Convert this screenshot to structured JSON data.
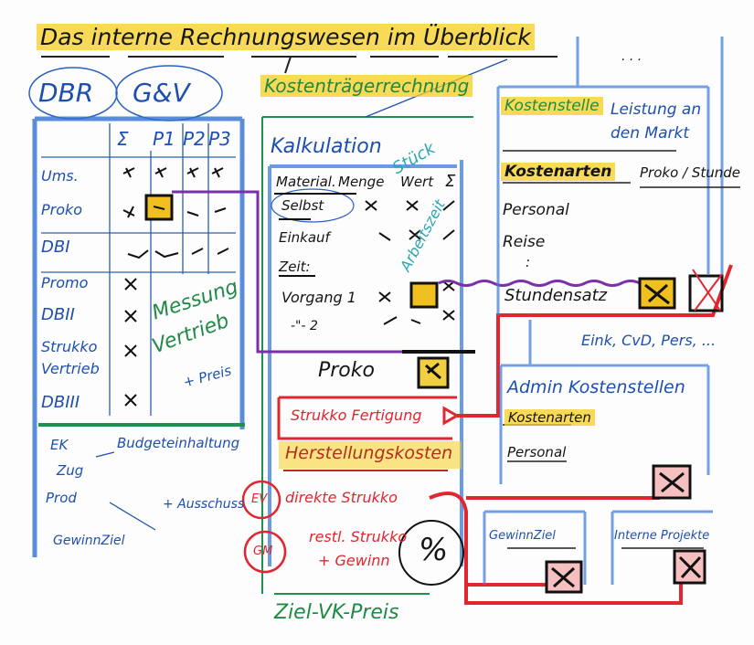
{
  "title": "Das interne Rechnungswesen im Überblick",
  "left": {
    "dbr": "DBR",
    "guv": "G&V",
    "columns": [
      "Σ",
      "P1",
      "P2",
      "P3"
    ],
    "rows": [
      "Ums.",
      "Proko",
      "DBI",
      "Promo",
      "DBII",
      "Strukko",
      "Vertrieb",
      "DBIII"
    ],
    "messung": "Messung",
    "vertrieb_note": "Vertrieb",
    "preis": "+ Preis",
    "lower": [
      "EK",
      "Zug",
      "Prod"
    ],
    "budget": "Budgeteinhaltung",
    "ausschuss": "+ Ausschuss",
    "gewinnziel": "GewinnZiel"
  },
  "center": {
    "heading": "Kostenträgerrechnung",
    "kalkulation": "Kalkulation",
    "header": [
      "Material.",
      "Menge",
      "Wert",
      "Σ"
    ],
    "stueck": "Stück",
    "arbeitszeit": "Arbeitszeit",
    "rows": [
      "Selbst",
      "Einkauf",
      "Zeit:",
      "Vorgang 1",
      "-\"- 2"
    ],
    "proko": "Proko",
    "strukko_fertigung": "Strukko Fertigung",
    "herstellungskosten": "Herstellungskosten",
    "ev": "EV",
    "direkte": "direkte Strukko",
    "gm": "GM",
    "restl": "restl. Strukko",
    "gewinn": "+ Gewinn",
    "percent": "%",
    "ziel_vk": "Ziel-VK-Preis"
  },
  "right": {
    "dots": ". . .",
    "kostenstelle": "Kostenstelle",
    "leistung": "Leistung an den Markt",
    "kostenarten": "Kostenarten",
    "proko_stunde": "Proko / Stunde",
    "items": [
      "Personal",
      "Reise",
      ":"
    ],
    "stundensatz": "Stundensatz",
    "examples": "Eink, CvD, Pers, ...",
    "admin": "Admin Kostenstellen",
    "admin_kostenarten": "Kostenarten",
    "admin_personal": "Personal",
    "gewinnziel": "GewinnZiel",
    "interne_projekte": "Interne Projekte"
  }
}
